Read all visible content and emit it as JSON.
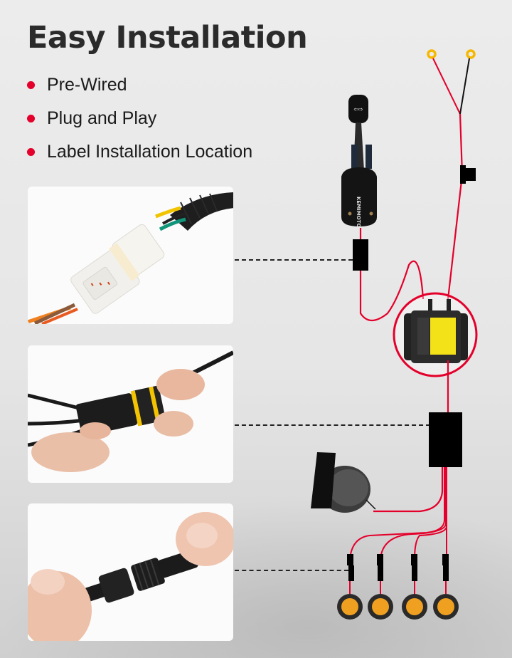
{
  "header": {
    "title": "Easy Installation"
  },
  "features": [
    {
      "label": "Pre-Wired"
    },
    {
      "label": "Plug and Play"
    },
    {
      "label": "Label Installation Location"
    }
  ],
  "photos": [
    {
      "subject": "white-multi-pin-connector"
    },
    {
      "subject": "waterproof-black-yellow-connector"
    },
    {
      "subject": "black-screw-connector"
    }
  ],
  "diagram": {
    "components": [
      "ring-terminals",
      "inline-fuse",
      "turn-signal-switch",
      "control-module",
      "junction-box",
      "horn",
      "amber-marker-lights"
    ],
    "switch_label": "KEMIMOTO",
    "light_count": 4
  },
  "colors": {
    "accent": "#e4002b",
    "wire": "#e4002b",
    "text": "#2b2b2b",
    "terminal": "#f5b800",
    "amber": "#f0a020"
  }
}
